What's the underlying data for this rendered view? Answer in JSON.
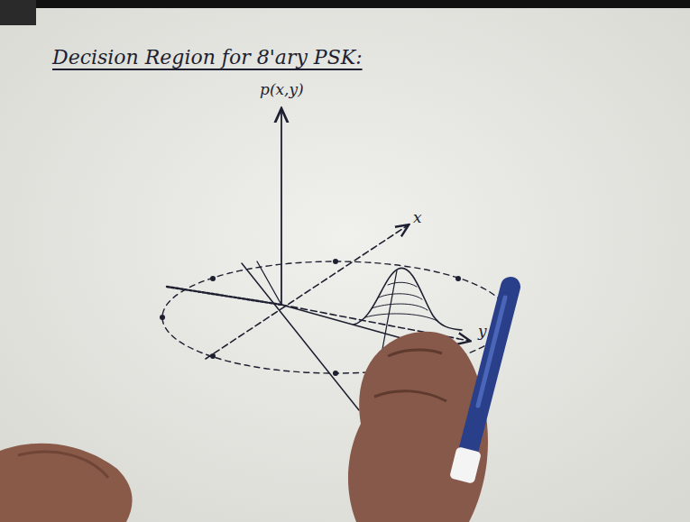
{
  "diagram": {
    "title": "Decision Region for 8'ary PSK:",
    "labels": [
      "p(x,y)",
      "x",
      "y"
    ]
  }
}
